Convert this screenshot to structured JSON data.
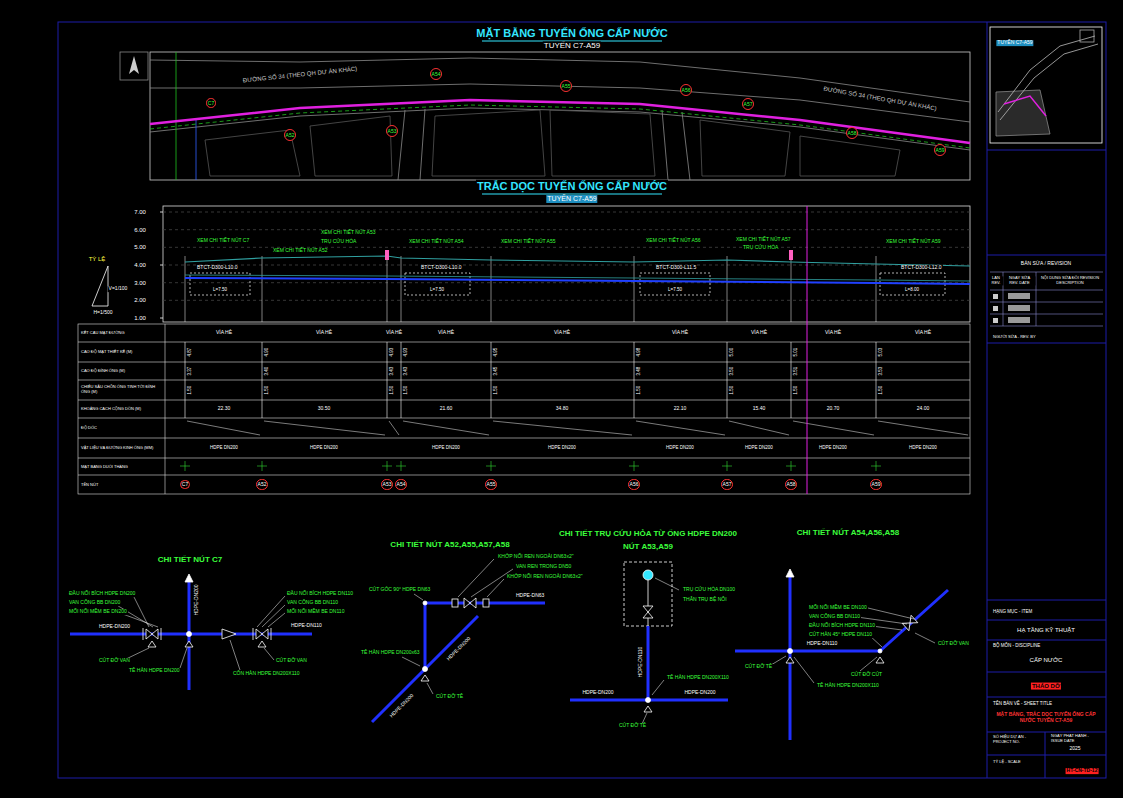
{
  "diagram": {
    "title": "MẶT BẰNG TUYẾN ỐNG CẤP NƯỚC",
    "nodes": [
      {
        "text": [
          "C7"
        ]
      },
      {
        "text": [
          "A52"
        ]
      },
      {
        "text": [
          "A53"
        ]
      },
      {
        "text": [
          "A54"
        ]
      },
      {
        "text": [
          "A55"
        ]
      },
      {
        "text": [
          "A56"
        ]
      },
      {
        "text": [
          "A57"
        ]
      },
      {
        "text": [
          "A58"
        ]
      },
      {
        "text": [
          "A59"
        ]
      },
      {
        "text": [
          "C7"
        ]
      },
      {
        "text": [
          "A52"
        ]
      },
      {
        "text": [
          "A53"
        ]
      },
      {
        "text": [
          "A54"
        ]
      },
      {
        "text": [
          "A55"
        ]
      },
      {
        "text": [
          "A56"
        ]
      },
      {
        "text": [
          "A57"
        ]
      },
      {
        "text": [
          "A58"
        ]
      },
      {
        "text": [
          "A59"
        ]
      }
    ],
    "labels": [
      "TUYẾN C7-A59",
      "ĐƯỜNG SỐ 34 (THEO QH DỰ ÁN KHÁC)",
      "ĐƯỜNG SỐ 34 (THEO QH DỰ ÁN KHÁC)",
      "TRẮC DỌC TUYẾN ỐNG CẤP NƯỚC",
      "TUYẾN C7-A59",
      "7.00",
      "6.00",
      "5.00",
      "4.00",
      "3.00",
      "2.00",
      "1.00",
      "TỶ LỆ",
      "V=1/100",
      "H=1/500",
      "XEM CHI TIẾT NÚT C7",
      "XEM CHI TIẾT NÚT A52",
      "XEM CHI TIẾT NÚT A53",
      "TRỤ CỨU HỎA",
      "XEM CHI TIẾT NÚT A54",
      "XEM CHI TIẾT NÚT A55",
      "XEM CHI TIẾT NÚT A56",
      "XEM CHI TIẾT NÚT A57",
      "TRỤ CỨU HỎA",
      "XEM CHI TIẾT NÚT A59",
      "BTCT-D300-L10.0",
      "BTCT-D300-L10.0",
      "BTCT-D300-L11.5",
      "BTCT-D300-L12.0",
      "L=7.50",
      "L=7.50",
      "L=7.50",
      "L=8.00",
      "KẾT CẤU MẶT ĐƯỜNG",
      "CAO ĐỘ MẶT THIẾT KẾ (M)",
      "CAO ĐỘ ĐỈNH ỐNG (M)",
      "CHIỀU SÂU CHÔN ỐNG TÍNH TỚI ĐỈNH ỐNG (M)",
      "KHOẢNG CÁCH CỘNG DỒN (M)",
      "ĐỘ DỐC",
      "VẬT LIỆU VÀ ĐƯỜNG KÍNH ỐNG (MM)",
      "MẶT BẰNG DUỖI THẲNG",
      "TÊN NÚT",
      "VỈA HÈ",
      "VỈA HÈ",
      "VỈA HÈ",
      "VỈA HÈ",
      "VỈA HÈ",
      "VỈA HÈ",
      "VỈA HÈ",
      "VỈA HÈ",
      "VỈA HÈ",
      "4.87",
      "4.90",
      "4.93",
      "4.93",
      "4.95",
      "4.98",
      "5.00",
      "5.01",
      "5.03",
      "3.37",
      "3.40",
      "3.43",
      "3.43",
      "3.45",
      "3.48",
      "3.50",
      "3.51",
      "3.53",
      "1.50",
      "1.50",
      "1.50",
      "1.50",
      "1.50",
      "1.50",
      "1.50",
      "1.50",
      "1.50",
      "22.30",
      "30.50",
      "21.60",
      "34.80",
      "22.10",
      "15.40",
      "20.70",
      "24.00",
      "HDPE DN200",
      "HDPE DN200",
      "HDPE DN200",
      "HDPE DN200",
      "HDPE DN200",
      "HDPE DN200",
      "HDPE DN200",
      "HDPE DN200",
      "CHI TIẾT NÚT C7",
      "ĐẦU NỐI BÍCH HDPE DN200",
      "VAN CỔNG BB DN200",
      "MỐI NỐI MỀM BE DN200",
      "HDPE-DN200",
      "CÚT ĐỠ VAN",
      "TÊ HÀN HDPE DN200",
      "CÔN HÀN HDPE DN200X110",
      "ĐẦU NỐI BÍCH HDPE DN110",
      "VAN CỔNG BB DN110",
      "MỐI NỐI MỀM BE DN110",
      "HDPE-DN110",
      "CÚT ĐỠ VAN",
      "HDPE-DN200",
      "CHI TIẾT NÚT A52,A55,A57,A58",
      "KHỚP NỐI REN NGOÀI DN63x2\"",
      "VAN REN TRONG DN50",
      "KHỚP NỐI REN NGOÀI DN63x2\"",
      "CÚT GÓC 90° HDPE DN63",
      "HDPE-DN63",
      "HDPE-DN200",
      "TÊ HÀN HDPE DN200x63",
      "HDPE-DN200",
      "CÚT ĐỠ TÊ",
      "CHI TIẾT TRỤ CỨU HỎA TỪ ỐNG HDPE DN200",
      "NÚT A53,A59",
      "TRỤ CỨU HỎA DN100",
      "THÂN TRỤ BỆ NỔI",
      "HDPE-DN110",
      "TÊ HÀN HDPE DN200X110",
      "HDPE-DN200",
      "HDPE-DN200",
      "CÚT ĐỠ TÊ",
      "CHI TIẾT NÚT A54,A56,A58",
      "MỐI NỐI MỀM BE DN100",
      "VAN CỔNG BB DN110",
      "ĐẦU NỐI BÍCH HDPE DN110",
      "CÚT HÀN 45° HDPE DN110",
      "HDPE-DN110",
      "CÚT ĐỠ VAN",
      "CÚT ĐỠ TÊ",
      "CÚT ĐỠ CÚT",
      "TÊ HÀN HDPE DN200X110",
      "BẢN SỬA / REVISION",
      "LẦN REV.",
      "NGÀY SỬA REV. DATE",
      "NỘI DUNG SỬA ĐỔI REVISION DESCRIPTION",
      "NGƯỜI SỬA - REV. BY",
      "HẠNG MỤC - ITEM",
      "HẠ TẦNG KỸ THUẬT",
      "BỘ MÔN - DISCIPLINE",
      "CẤP NƯỚC",
      "THÁO DỠ",
      "TÊN BẢN VẼ - SHEET TITLE",
      "MẶT BẰNG, TRẮC DỌC TUYẾN ỐNG CẤP NƯỚC TUYẾN C7-A59",
      "SỐ HIỆU DỰ ÁN - PROJECT NO.",
      "NGÀY PHÁT HÀNH - ISSUE DATE",
      "2025",
      "TỶ LỆ - SCALE",
      "HT-CN-TD-12",
      "TUYẾN C7-A59"
    ]
  }
}
